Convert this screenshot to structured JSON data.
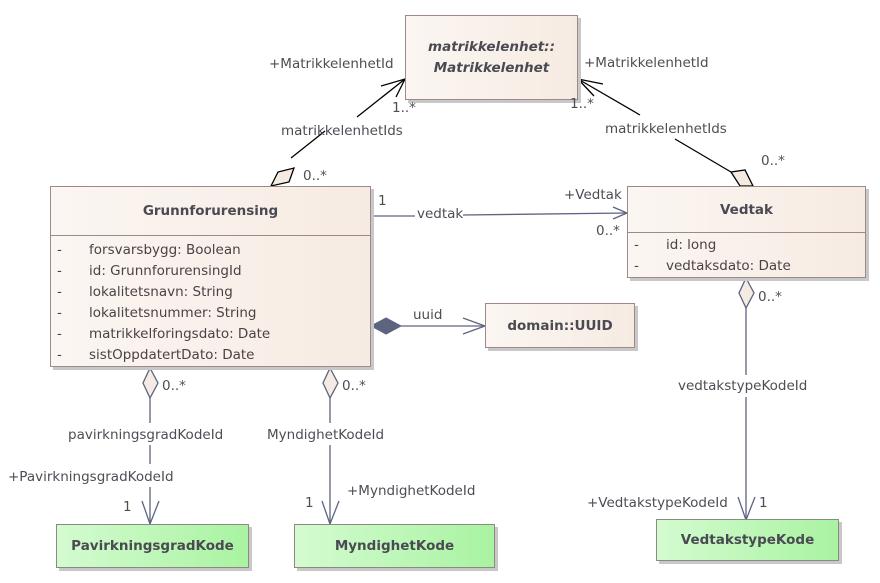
{
  "classes": {
    "matrikkelenhet": {
      "line1": "matrikkelenhet::",
      "line2": "Matrikkelenhet"
    },
    "grunnforurensing": {
      "name": "Grunnforurensing",
      "attributes": [
        {
          "vis": "-",
          "text": "forsvarsbygg: Boolean"
        },
        {
          "vis": "-",
          "text": "id: GrunnforurensingId"
        },
        {
          "vis": "-",
          "text": "lokalitetsnavn: String"
        },
        {
          "vis": "-",
          "text": "lokalitetsnummer: String"
        },
        {
          "vis": "-",
          "text": "matrikkelforingsdato: Date"
        },
        {
          "vis": "-",
          "text": "sistOppdatertDato: Date"
        }
      ]
    },
    "vedtak": {
      "name": "Vedtak",
      "attributes": [
        {
          "vis": "-",
          "text": "id: long"
        },
        {
          "vis": "-",
          "text": "vedtaksdato: Date"
        }
      ]
    },
    "uuid": {
      "name": "domain::UUID"
    },
    "pavirkningsgrad": {
      "name": "PavirkningsgradKode"
    },
    "myndighet": {
      "name": "MyndighetKode"
    },
    "vedtakstype": {
      "name": "VedtakstypeKode"
    }
  },
  "associations": {
    "grunn_matrikkel": {
      "role_target": "+MatrikkelenhetId",
      "name": "matrikkelenhetIds",
      "mult_target": "1..*",
      "mult_source": "0..*"
    },
    "vedtak_matrikkel": {
      "role_target": "+MatrikkelenhetId",
      "name": "matrikkelenhetIds",
      "mult_target": "1..*",
      "mult_source": "0..*"
    },
    "grunn_vedtak": {
      "name": "vedtak",
      "role_target": "+Vedtak",
      "mult_source": "1",
      "mult_target": "0..*"
    },
    "grunn_uuid": {
      "name": "uuid"
    },
    "grunn_pavirkning": {
      "mult_source": "0..*",
      "name": "pavirkningsgradKodeId",
      "role_target": "+PavirkningsgradKodeId",
      "mult_target": "1"
    },
    "grunn_myndighet": {
      "mult_source": "0..*",
      "name": "MyndighetKodeId",
      "role_target": "+MyndighetKodeId",
      "mult_target": "1"
    },
    "vedtak_vedtakstype": {
      "mult_source": "0..*",
      "name": "vedtakstypeKodeId",
      "role_target": "+VedtakstypeKodeId",
      "mult_target": "1"
    }
  },
  "colors": {
    "class_fill": "#f6ebe2",
    "code_fill": "#a9f3a2",
    "border": "#a08888",
    "line_blue": "#5c6480",
    "line_black": "#000000"
  }
}
